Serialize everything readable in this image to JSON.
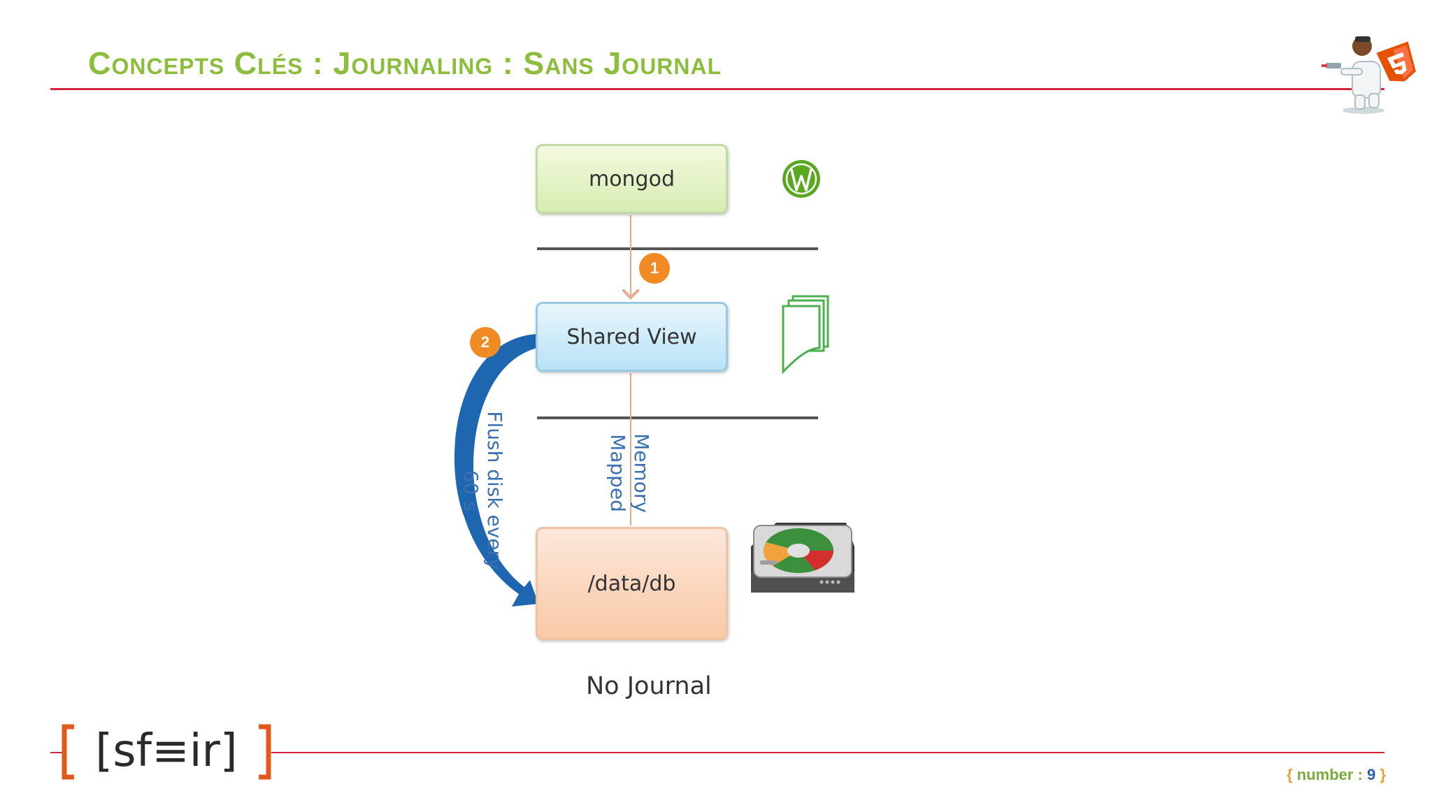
{
  "slide": {
    "title": "Concepts Clés : Journaling : Sans Journal",
    "colors": {
      "title": "#8cbd3c",
      "rule": "#d4253f",
      "logo_bracket": "#e05a1e",
      "logo_text": "#2a2a2a"
    }
  },
  "diagram": {
    "nodes": {
      "mongod": "mongod",
      "shared_view": "Shared View",
      "data_db": "/data/db"
    },
    "steps": [
      "1",
      "2"
    ],
    "edge_labels": {
      "memory_mapped": [
        "Memory",
        "Mapped"
      ],
      "flush": [
        "Flush disk every",
        "60 s"
      ]
    },
    "caption": "No Journal",
    "icons": [
      "w-icon",
      "documents-icon",
      "hard-disk-icon"
    ],
    "colors": {
      "step_badge": "#f08a24",
      "flush_arrow": "#1f66b0",
      "w_badge": "#5aa822",
      "documents": "#4caf50"
    }
  },
  "footer": {
    "logo": "[sf≡ir]",
    "page_number": {
      "open": "{",
      "key": "number",
      "sep": ":",
      "value": "9",
      "close": "}"
    }
  }
}
